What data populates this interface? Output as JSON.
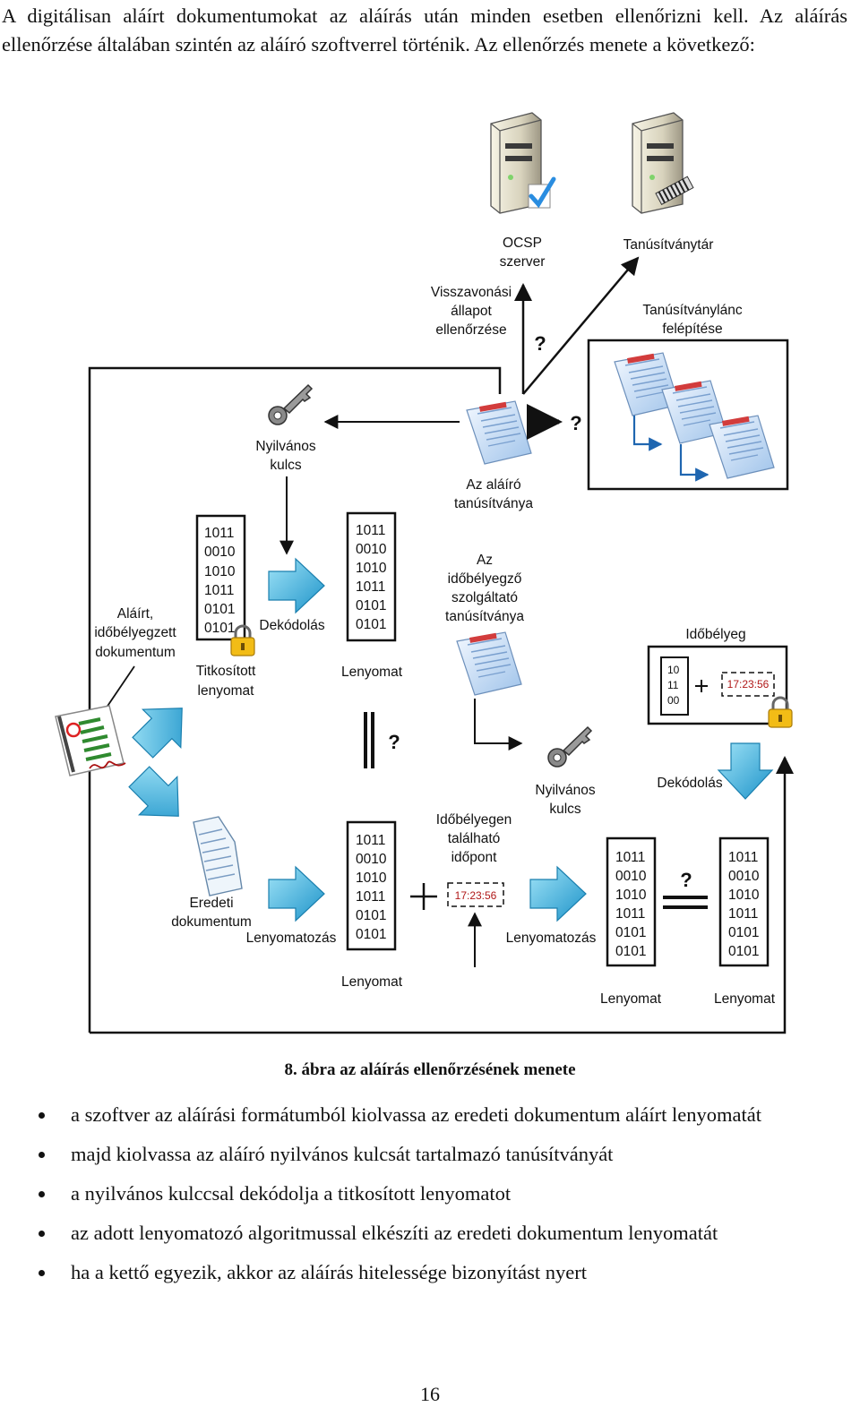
{
  "intro": "A digitálisan aláírt dokumentumokat az aláírás után minden esetben ellenőrizni kell. Az aláírás ellenőrzése általában szintén az aláíró szoftverrel történik. Az ellenőrzés menete a következő:",
  "diagram": {
    "ocsp": [
      "OCSP",
      "szerver"
    ],
    "store": "Tanúsítványtár",
    "revocation": [
      "Visszavonási",
      "állapot",
      "ellenőrzése"
    ],
    "chain": [
      "Tanúsítványlánc",
      "felépítése"
    ],
    "public_key_1": [
      "Nyilvános",
      "kulcs"
    ],
    "signer_cert": [
      "Az aláíró",
      "tanúsítványa"
    ],
    "tsa_cert": [
      "Az",
      "időbélyegző",
      "szolgáltató",
      "tanúsítványa"
    ],
    "signed_doc": [
      "Aláírt,",
      "időbélyegzett",
      "dokumentum"
    ],
    "encrypted_hash": [
      "Titkosított",
      "lenyomat"
    ],
    "decode_1": "Dekódolás",
    "hash_label": "Lenyomat",
    "binary6": [
      "1011",
      "0010",
      "1010",
      "1011",
      "0101",
      "0101"
    ],
    "timestamp_label": "Időbélyeg",
    "ts_bits": [
      "10",
      "11",
      "00"
    ],
    "ts_time": "17:23:56",
    "public_key_2": [
      "Nyilvános",
      "kulcs"
    ],
    "decode_2": "Dekódolás",
    "ts_time_label": [
      "Időbélyegen",
      "található",
      "időpont"
    ],
    "original_doc": [
      "Eredeti",
      "dokumentum"
    ],
    "hashing": "Lenyomatozás",
    "question": "?",
    "plus": "+"
  },
  "caption": "8. ábra az aláírás ellenőrzésének menete",
  "bullets": [
    "a szoftver az aláírási formátumból kiolvassa az eredeti dokumentum aláírt lenyomatát",
    "majd kiolvassa az aláíró nyilvános kulcsát tartalmazó tanúsítványát",
    "a nyilvános kulccsal dekódolja a titkosított lenyomatot",
    "az adott lenyomatozó algoritmussal elkészíti az eredeti dokumentum lenyomatát",
    "ha a kettő egyezik, akkor az aláírás hitelessége bizonyítást nyert"
  ],
  "page_number": "16",
  "colors": {
    "arrow_blue": "#38aede",
    "cert_blue": "#c6dcf3",
    "timestamp_red": "#b01818"
  }
}
